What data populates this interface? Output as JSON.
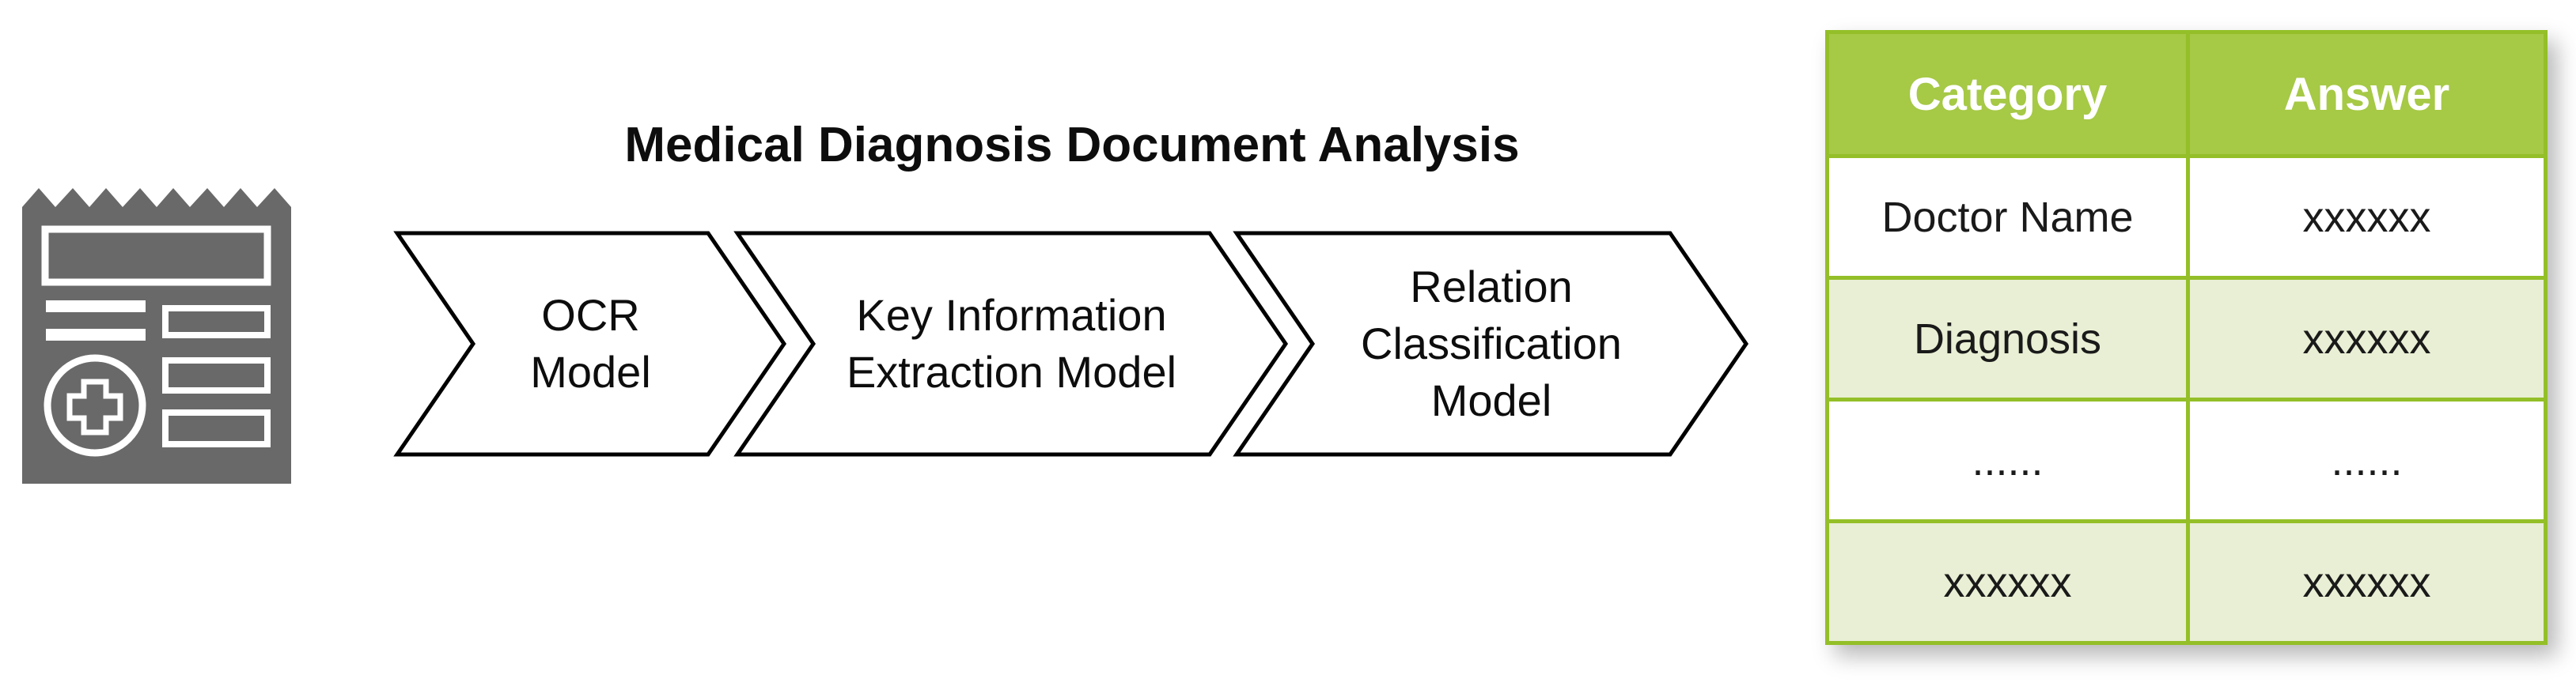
{
  "title": "Medical Diagnosis Document Analysis",
  "document_icon": {
    "name": "medical-receipt-document",
    "color": "#696969"
  },
  "pipeline": {
    "steps": [
      {
        "label": "OCR\nModel"
      },
      {
        "label": "Key Information\nExtraction Model"
      },
      {
        "label": "Relation\nClassification\nModel"
      }
    ],
    "shape_fill": "#ffffff",
    "shape_stroke": "#000000"
  },
  "table": {
    "headers": [
      "Category",
      "Answer"
    ],
    "rows": [
      {
        "category": "Doctor Name",
        "answer": "xxxxxx"
      },
      {
        "category": "Diagnosis",
        "answer": "xxxxxx"
      },
      {
        "category": "......",
        "answer": "......"
      },
      {
        "category": "xxxxxx",
        "answer": "xxxxxx"
      }
    ],
    "colors": {
      "header_fill": "#A6C946",
      "border": "#94BF28",
      "alt_row_fill": "#E8EFD4",
      "header_text": "#FFFFFF"
    }
  }
}
